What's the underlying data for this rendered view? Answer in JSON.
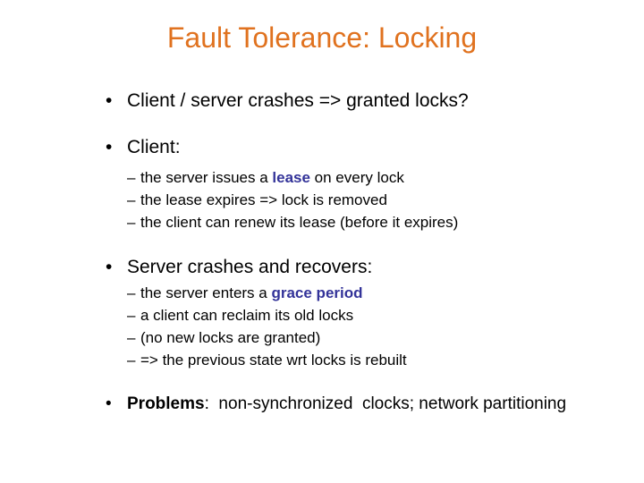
{
  "slide": {
    "title": "Fault Tolerance: Locking",
    "colors": {
      "title_orange": "#E0721F",
      "highlight_blue": "#333399",
      "body_black": "#000000",
      "background": "#FFFFFF"
    },
    "markers": {
      "level1": "•",
      "level2": "–"
    },
    "lines": [
      {
        "level": 1,
        "runs": [
          {
            "t": "Client / server crashes => granted locks?"
          }
        ]
      },
      {
        "level": 1,
        "runs": [
          {
            "t": "Client:"
          }
        ]
      },
      {
        "level": 2,
        "runs": [
          {
            "t": "the server issues a "
          },
          {
            "t": "lease",
            "hl": true
          },
          {
            "t": " on every lock"
          }
        ]
      },
      {
        "level": 2,
        "runs": [
          {
            "t": "the lease expires => lock is removed"
          }
        ]
      },
      {
        "level": 2,
        "runs": [
          {
            "t": "the client can renew its lease (before it expires)"
          }
        ]
      },
      {
        "level": 1,
        "runs": [
          {
            "t": "Server crashes and recovers:"
          }
        ]
      },
      {
        "level": 2,
        "runs": [
          {
            "t": "the server enters a "
          },
          {
            "t": "grace period",
            "hl": true
          }
        ]
      },
      {
        "level": 2,
        "runs": [
          {
            "t": "a client can reclaim its old locks"
          }
        ]
      },
      {
        "level": 2,
        "runs": [
          {
            "t": "(no new locks are granted)"
          }
        ]
      },
      {
        "level": 2,
        "runs": [
          {
            "t": "=> the previous state wrt locks is rebuilt"
          }
        ]
      },
      {
        "level": 1,
        "runs": [
          {
            "t": "Problems",
            "bold": true
          },
          {
            "t": ":  non-synchronized  clocks; network partitioning"
          }
        ]
      }
    ]
  }
}
